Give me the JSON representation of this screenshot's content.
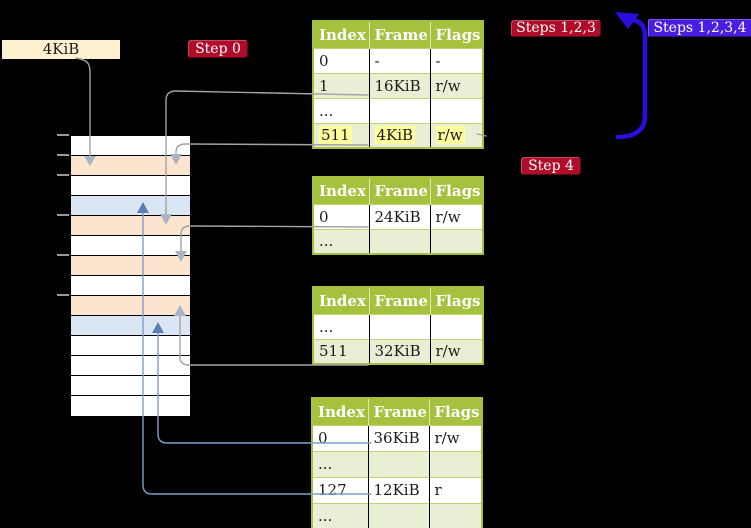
{
  "colors": {
    "background": "#000000",
    "label_wheat_bg": "#fdf1d0",
    "badge_crimson": "#b00d2b",
    "badge_blue": "#4a1ee0",
    "table_header_bg": "#a6c13d",
    "table_border_green": "#a6c13d",
    "table_row_bg": "#ffffff",
    "table_row_shaded_bg": "#e9efd4",
    "highlight_yellow": "#ffff9e",
    "frame_white": "#ffffff",
    "frame_peach": "#fbe5cf",
    "frame_blue": "#dae6f3",
    "connector_gray": "#a3a3a3",
    "connector_gray_arrow": "#a9b3c2",
    "connector_blue": "#7d9fca",
    "connector_blue_arrow": "#5c80b5",
    "replay_arrow_blue": "#2a0ee0"
  },
  "labels": {
    "frame_size_label": "4KiB",
    "step0": "Step 0",
    "steps123": "Steps 1,2,3",
    "steps1234": "Steps 1,2,3,4",
    "step4": "Step 4"
  },
  "memory_strip": {
    "frames": [
      "white",
      "peach",
      "white",
      "blue",
      "peach",
      "white",
      "peach",
      "white",
      "peach",
      "blue",
      "white",
      "white",
      "white",
      "white"
    ],
    "tick_rows": [
      0,
      1,
      2,
      4,
      6,
      8
    ]
  },
  "tables": [
    {
      "id": "page-table-1",
      "columns": [
        "Index",
        "Frame",
        "Flags"
      ],
      "rows": [
        {
          "cells": [
            "0",
            "-",
            "-"
          ],
          "shaded": false,
          "highlighted": false
        },
        {
          "cells": [
            "1",
            "16KiB",
            "r/w"
          ],
          "shaded": true,
          "highlighted": false
        },
        {
          "cells": [
            "...",
            "",
            ""
          ],
          "shaded": false,
          "highlighted": false
        },
        {
          "cells": [
            "511",
            "4KiB",
            "r/w"
          ],
          "shaded": true,
          "highlighted": true
        }
      ]
    },
    {
      "id": "page-table-2",
      "columns": [
        "Index",
        "Frame",
        "Flags"
      ],
      "rows": [
        {
          "cells": [
            "0",
            "24KiB",
            "r/w"
          ],
          "shaded": false,
          "highlighted": false
        },
        {
          "cells": [
            "...",
            "",
            ""
          ],
          "shaded": true,
          "highlighted": false
        }
      ]
    },
    {
      "id": "page-table-3",
      "columns": [
        "Index",
        "Frame",
        "Flags"
      ],
      "rows": [
        {
          "cells": [
            "...",
            "",
            ""
          ],
          "shaded": false,
          "highlighted": false
        },
        {
          "cells": [
            "511",
            "32KiB",
            "r/w"
          ],
          "shaded": true,
          "highlighted": false
        }
      ]
    },
    {
      "id": "page-table-4",
      "columns": [
        "Index",
        "Frame",
        "Flags"
      ],
      "rows": [
        {
          "cells": [
            "0",
            "36KiB",
            "r/w"
          ],
          "shaded": false,
          "highlighted": false
        },
        {
          "cells": [
            "...",
            "",
            ""
          ],
          "shaded": true,
          "highlighted": false
        },
        {
          "cells": [
            "127",
            "12KiB",
            "r"
          ],
          "shaded": false,
          "highlighted": false
        },
        {
          "cells": [
            "...",
            "",
            ""
          ],
          "shaded": true,
          "highlighted": false
        }
      ]
    }
  ],
  "connectors": [
    {
      "from": "frame-size-label",
      "to": "memory-frame-2",
      "style": "gray"
    },
    {
      "from": "page-table-1 index 1 (16KiB)",
      "to": "memory-frame-5",
      "style": "gray"
    },
    {
      "from": "page-table-1 index 511 (4KiB)",
      "to": "memory-frame-2",
      "style": "gray"
    },
    {
      "from": "page-table-2 index 0 (24KiB)",
      "to": "memory-frame-7",
      "style": "gray"
    },
    {
      "from": "page-table-3 index 511 (32KiB)",
      "to": "memory-frame-9",
      "style": "gray"
    },
    {
      "from": "page-table-4 index 0 (36KiB)",
      "to": "memory-frame-10",
      "style": "blue"
    },
    {
      "from": "page-table-4 index 127 (12KiB)",
      "to": "memory-frame-4",
      "style": "blue"
    },
    {
      "from": "page-table-1 bottom",
      "to": "page-table-1 top",
      "style": "replay-blue-arrow"
    }
  ]
}
